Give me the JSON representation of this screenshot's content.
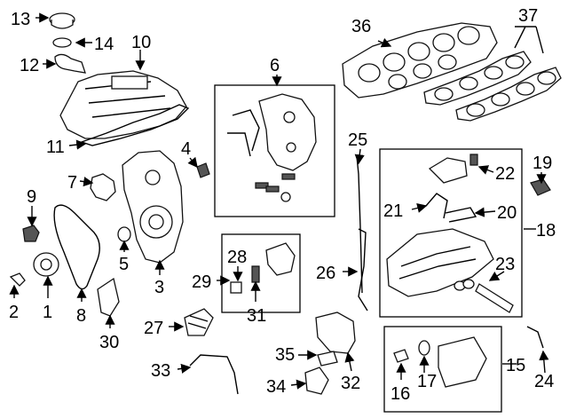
{
  "diagram": {
    "callouts": {
      "c1": "1",
      "c2": "2",
      "c3": "3",
      "c4": "4",
      "c5": "5",
      "c6": "6",
      "c7": "7",
      "c8": "8",
      "c9": "9",
      "c10": "10",
      "c11": "11",
      "c12": "12",
      "c13": "13",
      "c14": "14",
      "c15": "15",
      "c16": "16",
      "c17": "17",
      "c18": "18",
      "c19": "19",
      "c20": "20",
      "c21": "21",
      "c22": "22",
      "c23": "23",
      "c24": "24",
      "c26": "26",
      "c25": "25",
      "c27": "27",
      "c28": "28",
      "c29": "29",
      "c30": "30",
      "c31": "31",
      "c32": "32",
      "c33": "33",
      "c34": "34",
      "c35": "35",
      "c36": "36",
      "c37": "37"
    }
  }
}
